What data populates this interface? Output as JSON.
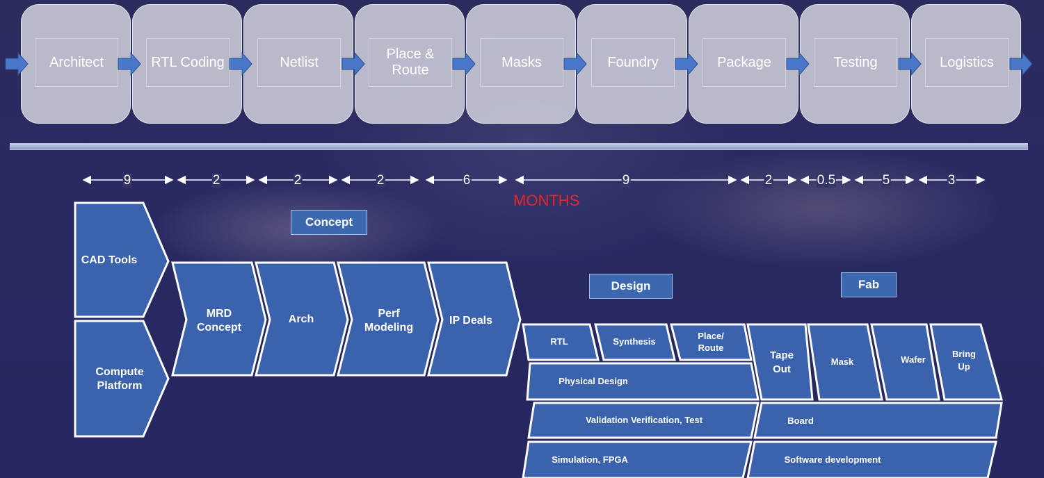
{
  "flow_steps": [
    {
      "label": "Architect"
    },
    {
      "label": "RTL Coding"
    },
    {
      "label": "Netlist"
    },
    {
      "label": "Place & Route"
    },
    {
      "label": "Masks"
    },
    {
      "label": "Foundry"
    },
    {
      "label": "Package"
    },
    {
      "label": "Testing"
    },
    {
      "label": "Logistics"
    }
  ],
  "durations": [
    "9",
    "2",
    "2",
    "2",
    "6",
    "9",
    "2",
    "0.5",
    "5",
    "3"
  ],
  "months_label": "MONTHS",
  "phases": {
    "concept": "Concept",
    "design": "Design",
    "fab": "Fab"
  },
  "left_blocks": {
    "cad_tools": "CAD Tools",
    "compute_platform": "Compute Platform"
  },
  "concept_steps": [
    "MRD Concept",
    "Arch",
    "Perf Modeling",
    "IP Deals"
  ],
  "design_blocks": {
    "rtl": "RTL",
    "synthesis": "Synthesis",
    "place_route": "Place/ Route",
    "physical_design": "Physical Design",
    "validation": "Validation Verification, Test",
    "simulation": "Simulation, FPGA"
  },
  "fab_blocks": {
    "tape_out": "Tape Out",
    "mask": "Mask",
    "wafer": "Wafer",
    "bring_up": "Bring Up",
    "board": "Board",
    "software": "Software development"
  },
  "colors": {
    "block": "#3a62ad",
    "block_border": "#ffffff",
    "arrow": "#4a78c8",
    "months": "#e8262a"
  }
}
